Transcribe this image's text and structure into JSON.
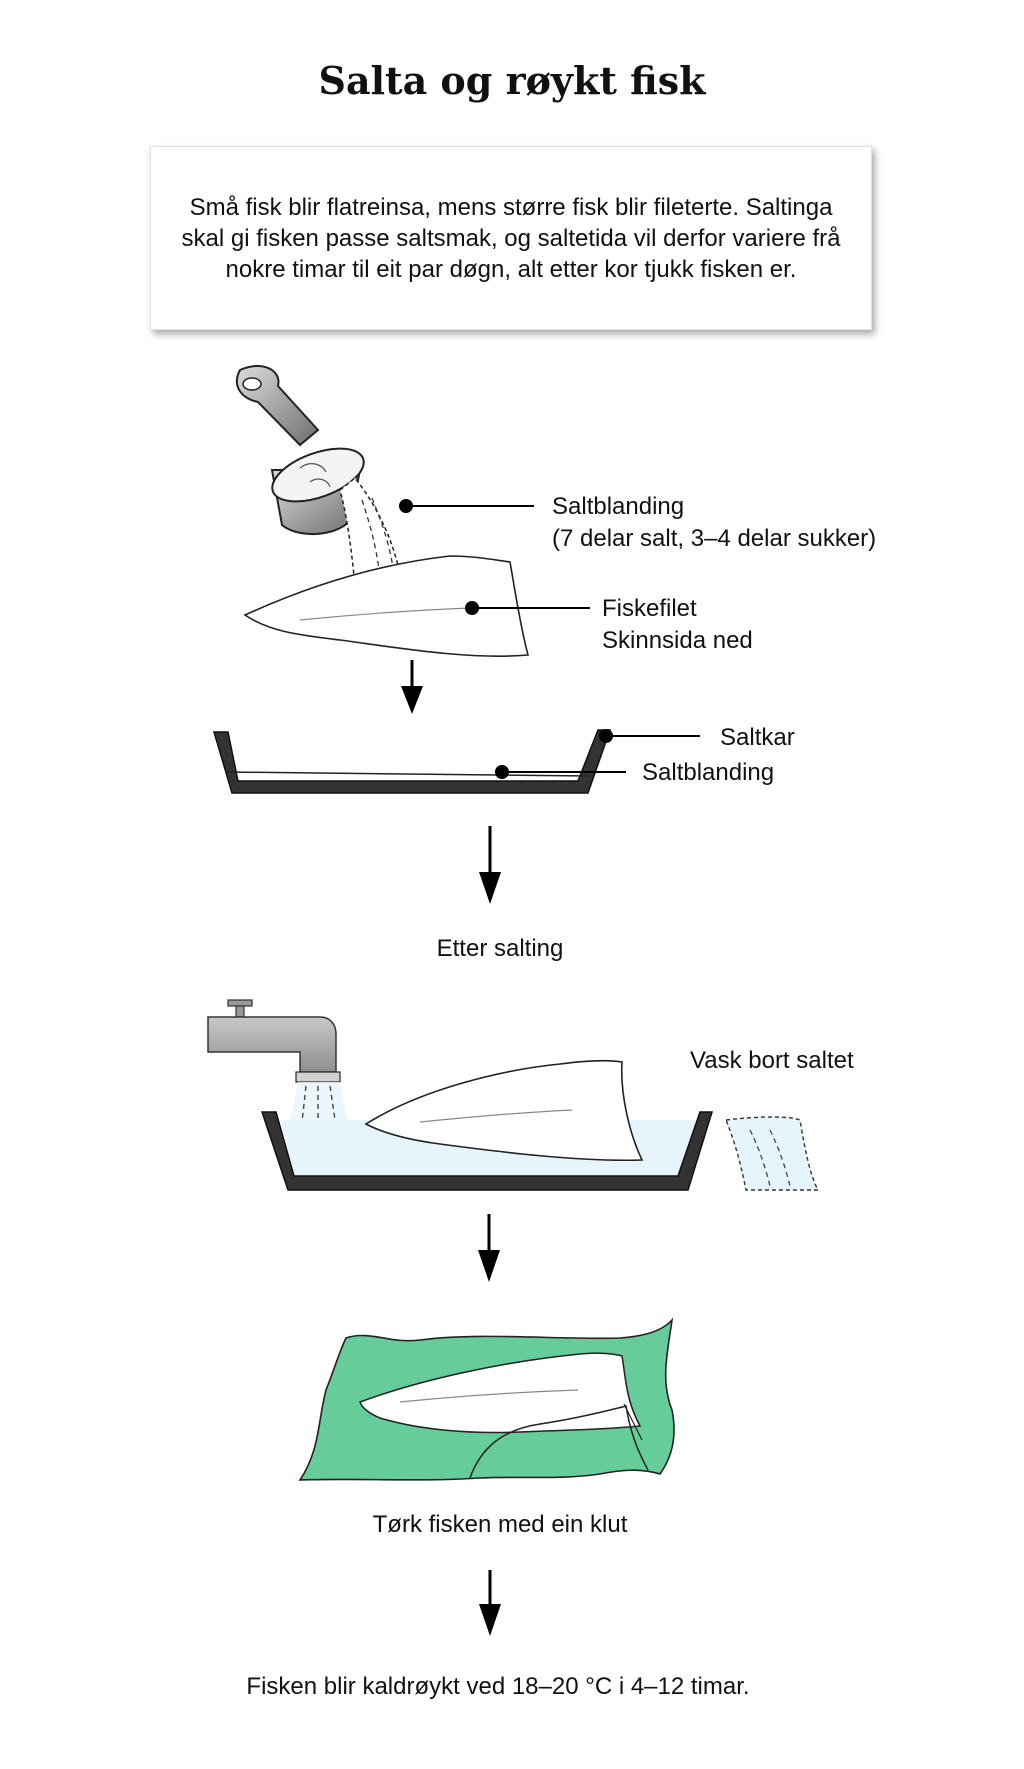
{
  "title": "Salta og røykt fisk",
  "intro": "Små fisk blir flatreinsa, mens større fisk blir fileterte. Saltinga skal gi fisken passe saltsmak, og saltetida vil derfor variere frå nokre timar til eit par døgn, alt etter kor tjukk fisken er.",
  "labels": {
    "saltblanding": "Saltblanding",
    "saltblanding_ratio": "(7 delar salt, 3–4 delar sukker)",
    "fiskefilet": "Fiskefilet",
    "skinnsida": "Skinnsida ned",
    "saltkar": "Saltkar",
    "saltblanding_tub": "Saltblanding"
  },
  "steps": {
    "etter_salting": "Etter salting",
    "vask": "Vask bort saltet",
    "tork": "Tørk fisken med ein klut",
    "roykt": "Fisken blir kaldrøykt ved 18–20 °C i 4–12 timar."
  },
  "colors": {
    "cloth": "#66cc99",
    "water": "#e6f4fc",
    "metal": "#a0a0a0",
    "tub": "#333333"
  }
}
